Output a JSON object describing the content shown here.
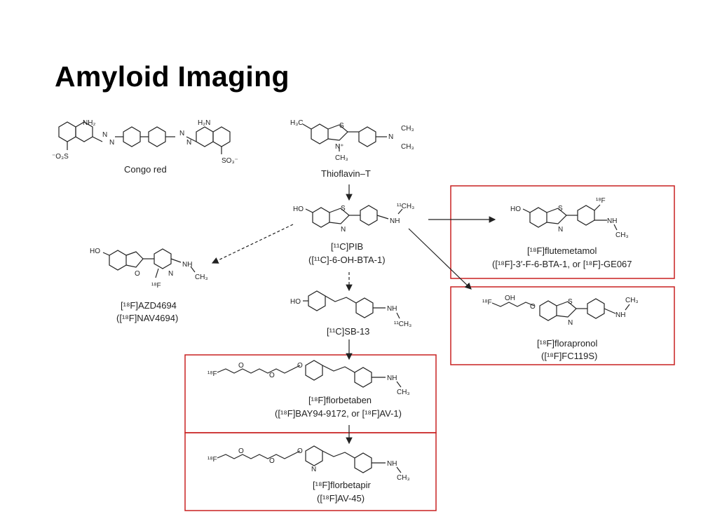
{
  "title": "Amyloid Imaging",
  "compounds": {
    "congo_red": {
      "name": "Congo red",
      "atoms": {
        "nh2_a": "NH₂",
        "nh2_b": "H₂N",
        "n1": "N",
        "n2": "N",
        "n3": "N",
        "n4": "N",
        "so3_left": "⁻O₃S",
        "so3_right": "SO₃⁻"
      }
    },
    "thioflavin_t": {
      "name": "Thioflavin–T",
      "atoms": {
        "h3c": "H₃C",
        "s": "S",
        "nplus": "N⁺",
        "ch3_bottom": "CH₃",
        "n": "N",
        "ch3_a": "CH₃",
        "ch3_b": "CH₃"
      }
    },
    "pib": {
      "name_line1": "[¹¹C]PIB",
      "name_line2": "([¹¹C]-6-OH-BTA-1)",
      "atoms": {
        "ho": "HO",
        "s": "S",
        "n": "N",
        "nh": "NH",
        "ch3": "¹¹CH₃"
      }
    },
    "azd4694": {
      "name_line1": "[¹⁸F]AZD4694",
      "name_line2": "([¹⁸F]NAV4694)",
      "atoms": {
        "ho": "HO",
        "o": "O",
        "n": "N",
        "nh": "NH",
        "ch3": "CH₃",
        "f": "¹⁸F"
      }
    },
    "sb13": {
      "name": "[¹¹C]SB-13",
      "atoms": {
        "ho": "HO",
        "nh": "NH",
        "ch3": "¹¹CH₃"
      }
    },
    "flutemetamol": {
      "name_line1": "[¹⁸F]flutemetamol",
      "name_line2": "([¹⁸F]-3′-F-6-BTA-1, or [¹⁸F]-GE067",
      "atoms": {
        "ho": "HO",
        "s": "S",
        "n": "N",
        "f": "¹⁸F",
        "nh": "NH",
        "ch3": "CH₃"
      }
    },
    "florapronol": {
      "name_line1": "[¹⁸F]florapronol",
      "name_line2": "([¹⁸F]FC119S)",
      "atoms": {
        "f": "¹⁸F",
        "oh": "OH",
        "o": "O",
        "s": "S",
        "n": "N",
        "nh": "NH",
        "ch3": "CH₃"
      }
    },
    "florbetaben": {
      "name_line1": "[¹⁸F]florbetaben",
      "name_line2": "([¹⁸F]BAY94-9172, or [¹⁸F]AV-1)",
      "atoms": {
        "f": "¹⁸F",
        "o1": "O",
        "o2": "O",
        "o3": "O",
        "nh": "NH",
        "ch3": "CH₃"
      }
    },
    "florbetapir": {
      "name_line1": "[¹⁸F]florbetapir",
      "name_line2": "([¹⁸F]AV-45)",
      "atoms": {
        "f": "¹⁸F",
        "o1": "O",
        "o2": "O",
        "o3": "O",
        "n": "N",
        "nh": "NH",
        "ch3": "CH₃"
      }
    }
  }
}
